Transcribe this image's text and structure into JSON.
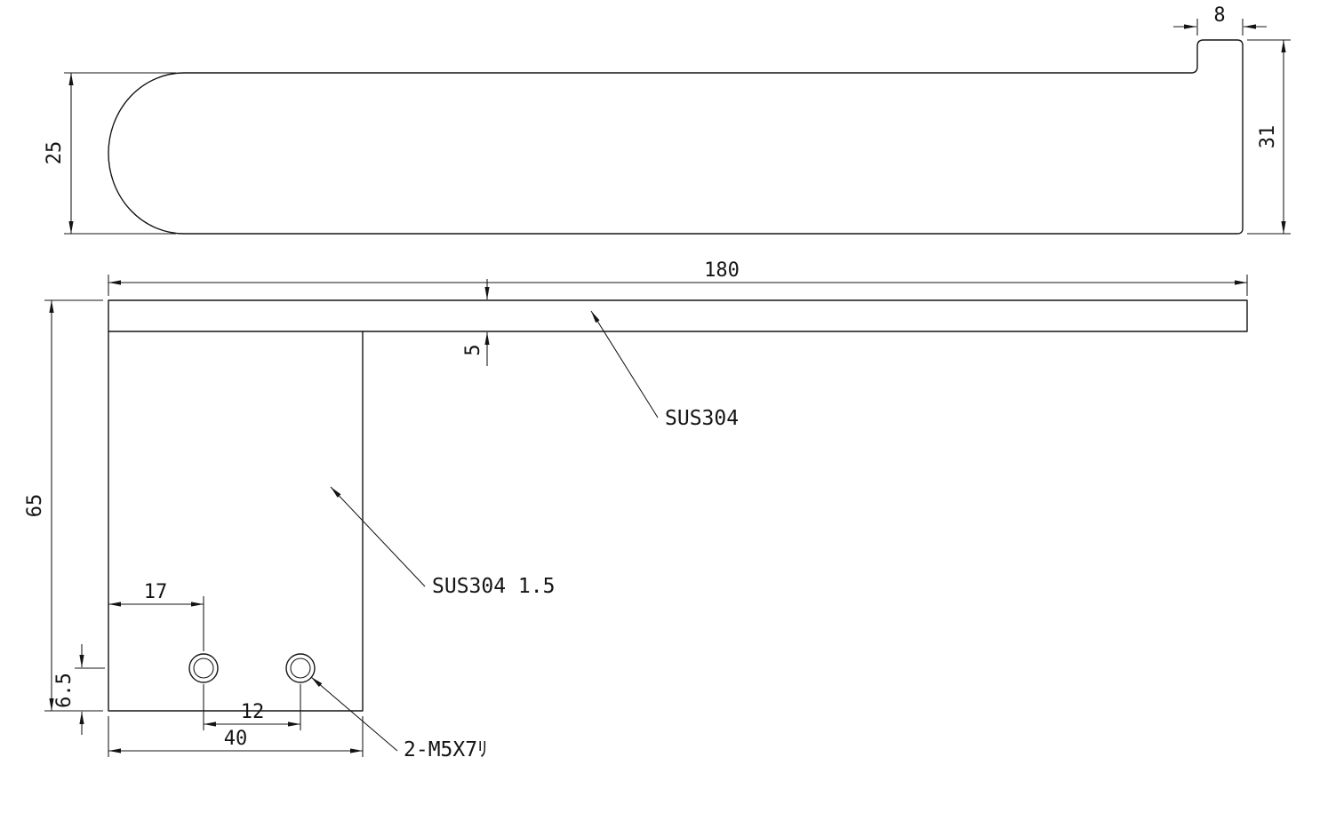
{
  "drawing": {
    "dimensions": {
      "left_end_height": "25",
      "step_width": "8",
      "right_end_height": "31",
      "overall_length": "180",
      "shelf_thickness": "5",
      "bracket_height": "65",
      "hole_offset_x": "17",
      "hole_offset_y": "6.5",
      "hole_spacing": "12",
      "bracket_width": "40"
    },
    "annotations": {
      "shelf_material": "SUS304",
      "bracket_material": "SUS304 1.5",
      "hole_spec": "2-M5X7ﾘ"
    },
    "colors": {
      "line": "#141414",
      "background": "#ffffff"
    }
  }
}
